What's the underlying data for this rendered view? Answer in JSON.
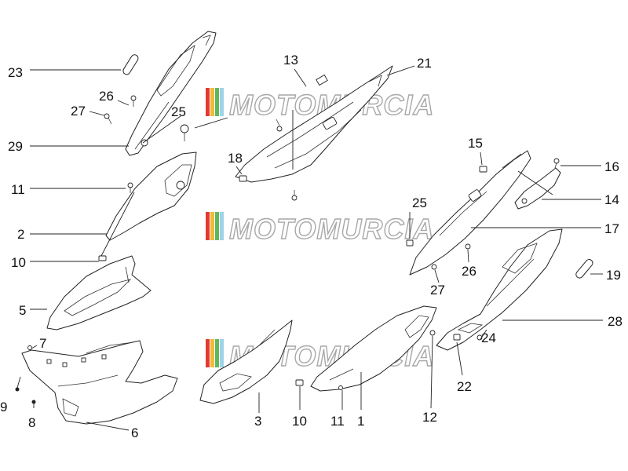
{
  "watermark": {
    "text": "MOTOMURCIA",
    "colors": [
      "#e23b2e",
      "#f6b83a",
      "#5fb760",
      "#9fd3e8"
    ]
  },
  "callouts": {
    "c1": "1",
    "c2": "2",
    "c3": "3",
    "c5": "5",
    "c6": "6",
    "c7": "7",
    "c8": "8",
    "c9": "9",
    "c10a": "10",
    "c10b": "10",
    "c11a": "11",
    "c11b": "11",
    "c12": "12",
    "c13": "13",
    "c14": "14",
    "c15": "15",
    "c16": "16",
    "c17": "17",
    "c18": "18",
    "c19": "19",
    "c21": "21",
    "c22": "22",
    "c23": "23",
    "c24": "24",
    "c25a": "25",
    "c25b": "25",
    "c26a": "26",
    "c26b": "26",
    "c27a": "27",
    "c27b": "27",
    "c28": "28",
    "c29": "29"
  }
}
